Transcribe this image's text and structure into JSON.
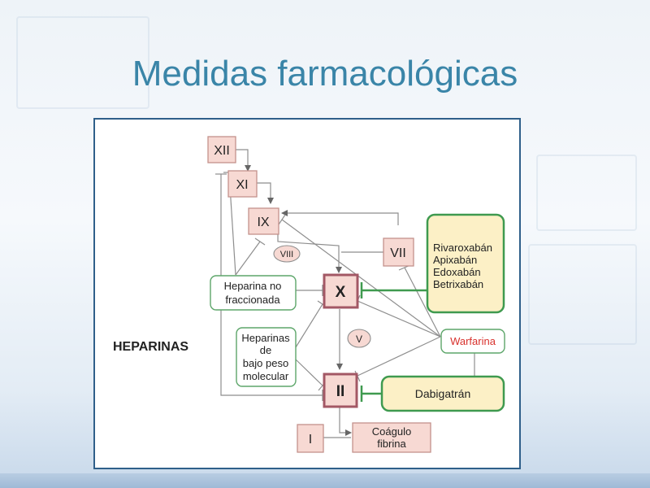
{
  "slide": {
    "title": "Medidas farmacológicas"
  },
  "diagram": {
    "factors": {
      "xii": "XII",
      "xi": "XI",
      "ix": "IX",
      "viii": "VIII",
      "vii": "VII",
      "x": "X",
      "v": "V",
      "ii": "II",
      "i": "I"
    },
    "product": [
      "Coágulo",
      "fibrina"
    ],
    "heparinas_label": "HEPARINAS",
    "hnf": [
      "Heparina no",
      "fraccionada"
    ],
    "hbpm": [
      "Heparinas",
      "de",
      "bajo peso",
      "molecular"
    ],
    "xa_inhibitors": [
      "Rivaroxabán",
      "Apixabán",
      "Edoxabán",
      "Betrixabán"
    ],
    "warfarina": "Warfarina",
    "dabigatran": "Dabigatrán"
  },
  "colors": {
    "title": "#3a85a8",
    "factor_fill": "#f7d9d3",
    "factor_border": "#c4928c",
    "key_factor_border": "#a35865",
    "drug_fill": "#fcf0c6",
    "drug_border": "#3f9a4f",
    "warfarina_text": "#d8322d",
    "line": "#8e8e8e"
  }
}
